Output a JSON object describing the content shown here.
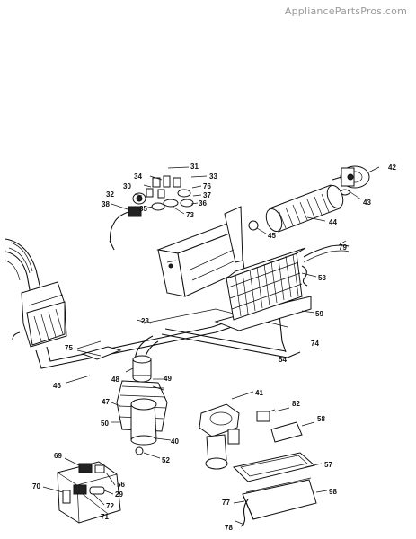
{
  "watermark": "AppliancePartsPros.com",
  "labels": {
    "l42": "42",
    "l43": "43",
    "l44": "44",
    "l45": "45",
    "l31": "31",
    "l34": "34",
    "l33": "33",
    "l30": "30",
    "l76": "76",
    "l32": "32",
    "l37": "37",
    "l35": "35",
    "l36": "36",
    "l38": "38",
    "l73": "73",
    "l79": "79",
    "l53": "53",
    "l59": "59",
    "l74": "74",
    "l54": "54",
    "l23": "23",
    "l75": "75",
    "l46": "46",
    "l48": "48",
    "l49": "49",
    "l47": "47",
    "l50": "50",
    "l40": "40",
    "l52": "52",
    "l41": "41",
    "l82": "82",
    "l58": "58",
    "l57": "57",
    "l98": "98",
    "l77": "77",
    "l78": "78",
    "l69": "69",
    "l56": "56",
    "l70": "70",
    "l29": "29",
    "l72": "72",
    "l71": "71"
  }
}
